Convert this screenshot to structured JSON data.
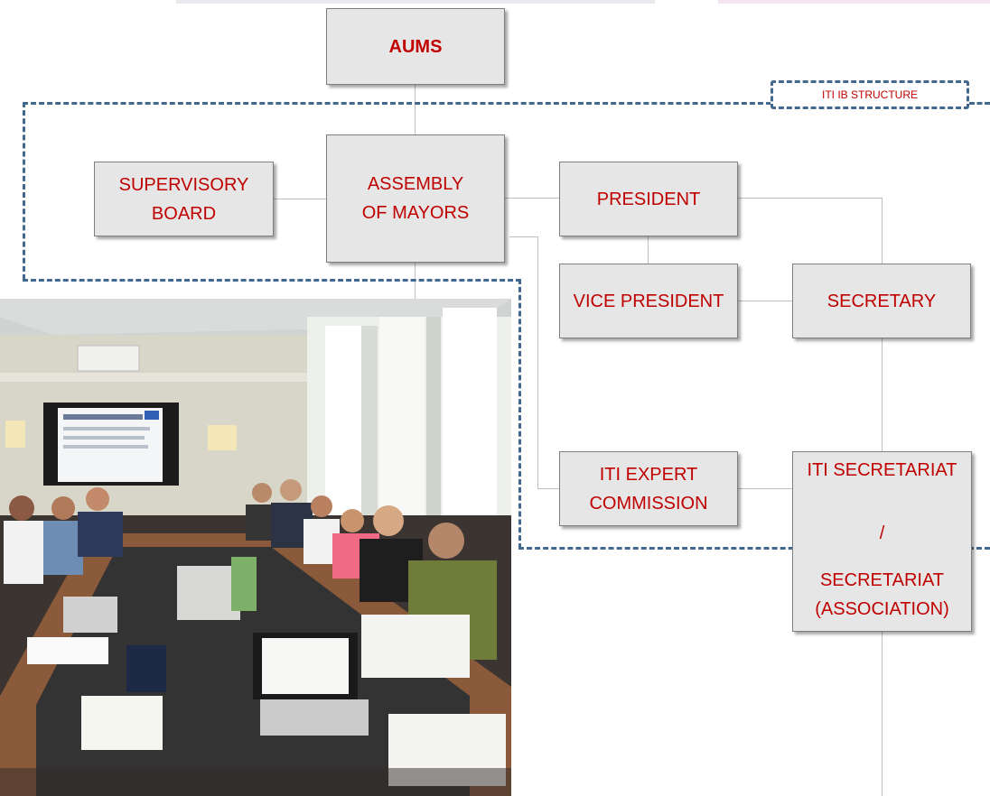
{
  "title": "AUMS",
  "boxes": {
    "aums": "AUMS",
    "supervisory_board": [
      "SUPERVISORY",
      "BOARD"
    ],
    "assembly_of_mayors": [
      "ASSEMBLY",
      "OF MAYORS"
    ],
    "president": "PRESIDENT",
    "vice_president": "VICE PRESIDENT",
    "secretary": "SECRETARY",
    "iti_expert_commission": [
      "ITI EXPERT",
      "COMMISSION"
    ],
    "iti_secretariat": [
      "ITI SECRETARIAT",
      "/",
      "SECRETARIAT",
      "(ASSOCIATION)"
    ]
  },
  "structure_label": "ITI IB STRUCTURE",
  "photo": {
    "slide_title": "3. Stanje priprave projekta za PN 6.1."
  },
  "colors": {
    "box_text": "#c00000",
    "box_fill": "#e6e6e6",
    "connector": "#bfbfbf",
    "dashed_boundary": "#41698f"
  }
}
